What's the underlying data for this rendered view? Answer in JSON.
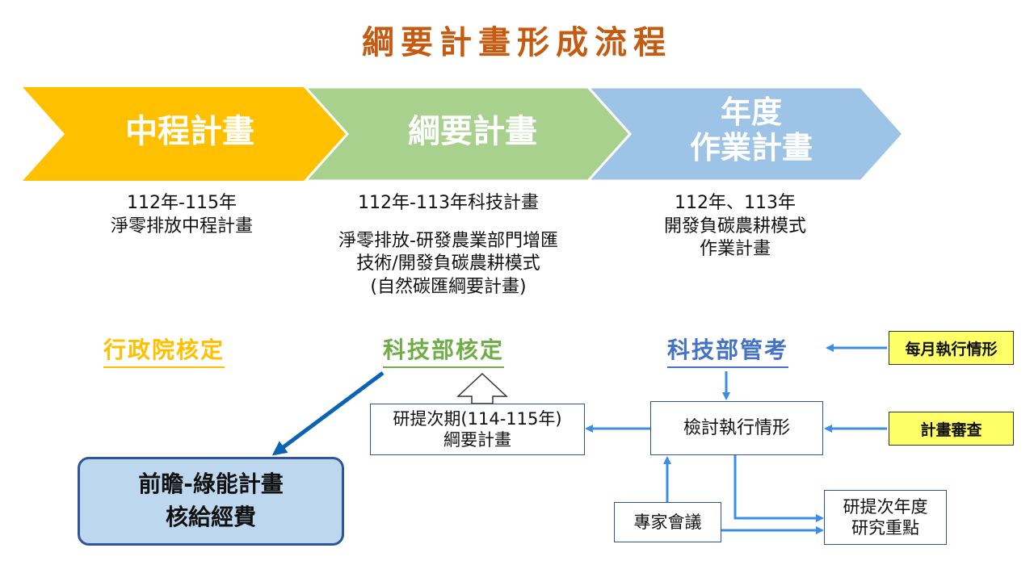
{
  "title": "綱要計畫形成流程",
  "phases": [
    {
      "label_lines": [
        "中程計畫"
      ],
      "color": "#ffc000"
    },
    {
      "label_lines": [
        "綱要計畫"
      ],
      "color": "#a9d18e"
    },
    {
      "label_lines": [
        "年度",
        "作業計畫"
      ],
      "color": "#9dc3e6"
    }
  ],
  "descriptions": {
    "phase1": [
      "112年-115年",
      "淨零排放中程計畫"
    ],
    "phase2_head": "112年-113年科技計畫",
    "phase2_body": [
      "淨零排放-研發農業部門增匯",
      "技術/開發負碳農耕模式",
      "(自然碳匯綱要計畫)"
    ],
    "phase3": [
      "112年、113年",
      "開發負碳農耕模式",
      "作業計畫"
    ]
  },
  "approvals": {
    "executive_yuan": "行政院核定",
    "nstc_approve": "科技部核定",
    "nstc_manage": "科技部管考"
  },
  "colors": {
    "executive_yuan": "#ffc000",
    "nstc_approve": "#70ad47",
    "nstc_manage": "#4472c4",
    "arrow_blue": "#3a8ee6",
    "arrow_dark": "#0a63b5",
    "title": "#c55a11"
  },
  "boxes": {
    "next_phase": [
      "研提次期(114-115年)",
      "綱要計畫"
    ],
    "review": "檢討執行情形",
    "monthly": "每月執行情形",
    "plan_review": "計畫審查",
    "experts": "專家會議",
    "next_year": [
      "研提次年度",
      "研究重點"
    ],
    "forward": [
      "前瞻-綠能計畫",
      "核給經費"
    ]
  }
}
